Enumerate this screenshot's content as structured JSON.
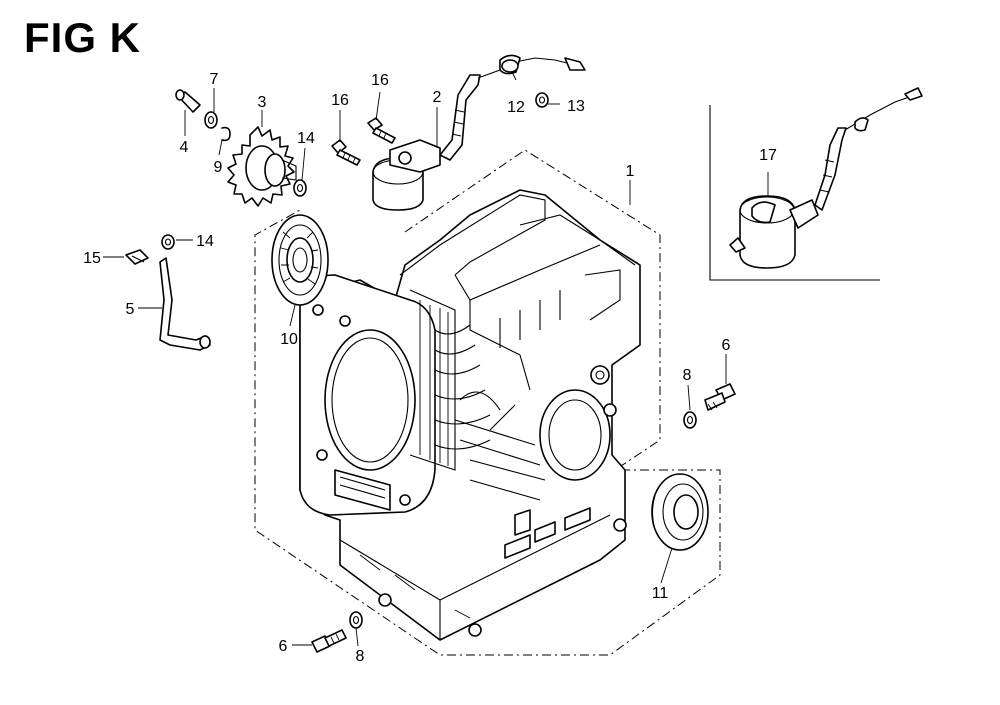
{
  "figure": {
    "title": "FIG K"
  },
  "callouts": [
    {
      "id": "c7a",
      "text": "7"
    },
    {
      "id": "c3",
      "text": "3"
    },
    {
      "id": "c4",
      "text": "4"
    },
    {
      "id": "c9",
      "text": "9"
    },
    {
      "id": "c14a",
      "text": "14"
    },
    {
      "id": "c16a",
      "text": "16"
    },
    {
      "id": "c16b",
      "text": "16"
    },
    {
      "id": "c2",
      "text": "2"
    },
    {
      "id": "c12",
      "text": "12"
    },
    {
      "id": "c13",
      "text": "13"
    },
    {
      "id": "c1",
      "text": "1"
    },
    {
      "id": "c17",
      "text": "17"
    },
    {
      "id": "c15",
      "text": "15"
    },
    {
      "id": "c14b",
      "text": "14"
    },
    {
      "id": "c5",
      "text": "5"
    },
    {
      "id": "c10",
      "text": "10"
    },
    {
      "id": "c8a",
      "text": "8"
    },
    {
      "id": "c6a",
      "text": "6"
    },
    {
      "id": "c11",
      "text": "11"
    },
    {
      "id": "c6b",
      "text": "6"
    },
    {
      "id": "c8b",
      "text": "8"
    }
  ]
}
